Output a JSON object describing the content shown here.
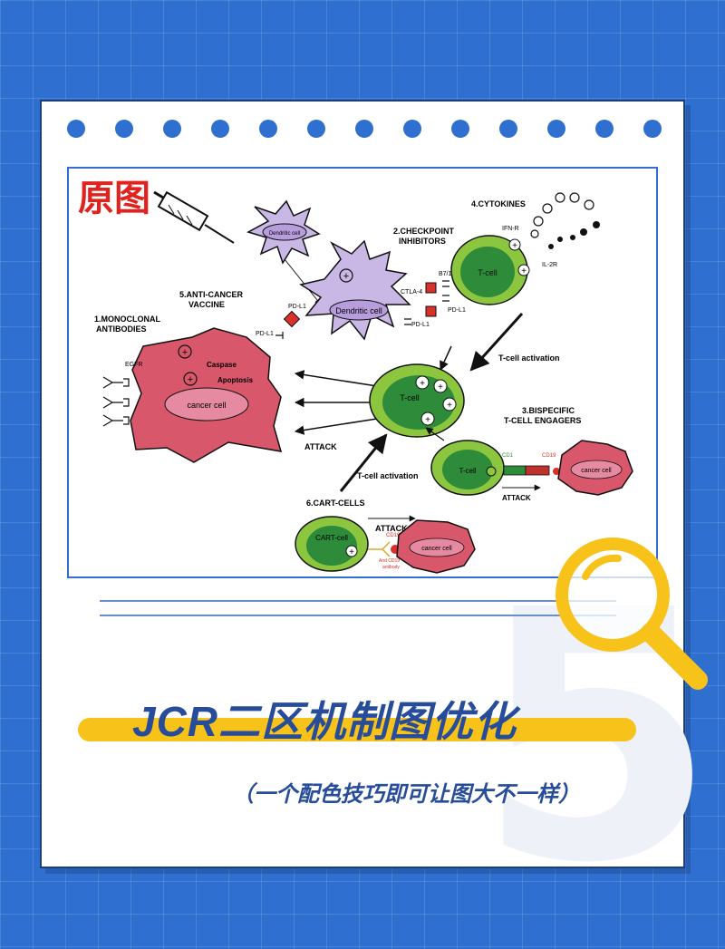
{
  "badge": "原图",
  "labels": {
    "dendritic_small": "Dendritic cell",
    "dendritic_main": "Dendritic cell",
    "monoclonal": [
      "1.MONOCLONAL",
      "ANTIBODIES"
    ],
    "checkpoint": [
      "2.CHECKPOINT",
      "INHIBITORS"
    ],
    "bispecific": [
      "3.BISPECIFIC",
      "T-CELL ENGAGERS"
    ],
    "cytokines": "4.CYTOKINES",
    "vaccine": [
      "5.ANTI-CANCER",
      "VACCINE"
    ],
    "cart": "6.CART-CELLS",
    "egfr": "EGFR",
    "caspase": "Caspase",
    "apoptosis": "Apoptosis",
    "cancer_cell": "cancer cell",
    "attack": "ATTACK",
    "pdl1": "PD-L1",
    "ctla4": "CTLA-4",
    "b71": "B7/1",
    "ifnr": "IFN-R",
    "il2r": "IL-2R",
    "tcell": "T-cell",
    "tcell_activation": "T-cell activation",
    "cd1": "CD1",
    "cd19": "CD19",
    "cart_cell": "CART-cell",
    "cd19_antibody": [
      "And CD19",
      "antibody"
    ],
    "plus": "+"
  },
  "title": "JCR二区机制图优化",
  "subtitle": "（一个配色技巧即可让图大不一样）",
  "watermark": "5",
  "colors": {
    "background": "#2f6fd0",
    "cancer": "#d9576a",
    "tcell_outer": "#8cc63f",
    "tcell_inner": "#2e8b3a",
    "dendritic": "#c9b7e6",
    "highlight": "#f7c21a",
    "title": "#274c9a"
  }
}
